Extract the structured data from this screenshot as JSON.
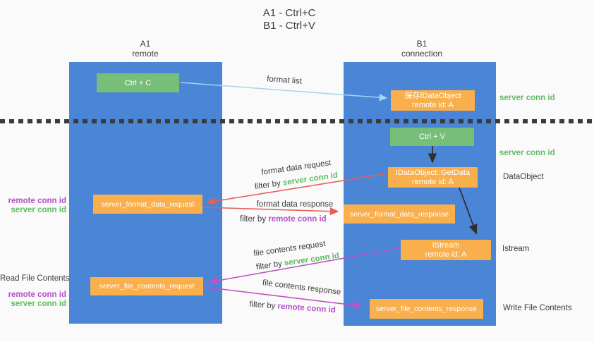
{
  "title": {
    "line1": "A1 - Ctrl+C",
    "line2": "B1 - Ctrl+V"
  },
  "headers": {
    "left_line1": "A1",
    "left_line2": "remote",
    "right_line1": "B1",
    "right_line2": "connection"
  },
  "boxes": {
    "ctrl_c": "Ctrl + C",
    "ctrl_v": "Ctrl + V",
    "save_idataobject": "保存IDataObject",
    "getdata": "IDataObject::GetData",
    "istream": "IStream",
    "remote_id": "remote id: A",
    "format_request": "server_format_data_request",
    "format_response": "server_format_data_response",
    "file_request": "server_file_contents_request",
    "file_response": "server_file_contents_response"
  },
  "arrow_labels": {
    "format_list": "format list",
    "format_data_request": "format data request",
    "format_data_response": "format data response",
    "file_contents_request": "file contents request",
    "file_contents_response": "file contents response",
    "filter_by": "filter by",
    "server_conn_id": "server conn id",
    "remote_conn_id": "remote conn id"
  },
  "side_labels": {
    "server_conn_id": "server conn id",
    "remote_conn_id": "remote conn id",
    "dataobject": "DataObject",
    "istream": "Istream",
    "read_file_contents": "Read File Contents",
    "write_file_contents": "Write File Contents"
  },
  "colors": {
    "column_blue": "#4a85d6",
    "box_green": "#77be78",
    "box_orange": "#f9af4c",
    "arrow_blue": "#a5d3f0",
    "arrow_red": "#e4605c",
    "arrow_magenta": "#be54c6",
    "arrow_black": "#2f2f2f",
    "text_green": "#5fbc63",
    "text_purple": "#b44ec8",
    "text_dark": "#3c3c3c"
  }
}
